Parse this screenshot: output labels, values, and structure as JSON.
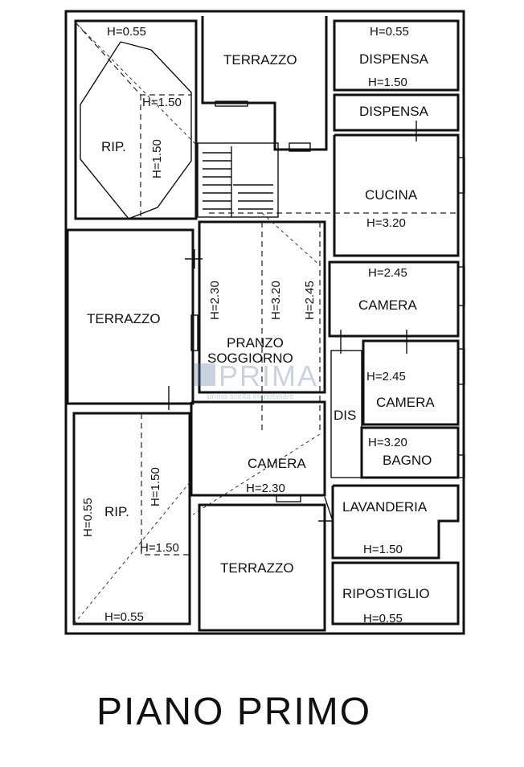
{
  "title": "PIANO PRIMO",
  "watermark": {
    "brand": "PRIMA",
    "tagline": "prima scelta immobiliare"
  },
  "rooms": {
    "terrazzo_top": "TERRAZZO",
    "dispensa_1": "DISPENSA",
    "dispensa_2": "DISPENSA",
    "rip_top": "RIP.",
    "cucina": "CUCINA",
    "terrazzo_left": "TERRAZZO",
    "pranzo": "PRANZO",
    "soggiorno": "SOGGIORNO",
    "camera_1": "CAMERA",
    "camera_2": "CAMERA",
    "dis": "DIS",
    "bagno": "BAGNO",
    "rip_bottom": "RIP.",
    "camera_3": "CAMERA",
    "lavanderia": "LAVANDERIA",
    "terrazzo_bottom": "TERRAZZO",
    "ripostiglio": "RIPOSTIGLIO"
  },
  "heights": {
    "rip_top_wall": "H=0.55",
    "rip_top_mid": "H=1.50",
    "rip_top_vertical": "H=1.50",
    "dispensa_1": "H=0.55",
    "dispensa_2": "H=1.50",
    "cucina": "H=3.20",
    "pranzo_a": "H=2.30",
    "pranzo_b": "H=3.20",
    "pranzo_c": "H=2.45",
    "camera_1": "H=2.45",
    "camera_2": "H=2.45",
    "bagno": "H=3.20",
    "rip_bottom_vertical": "H=1.50",
    "rip_bottom_wall": "H=0.55",
    "rip_bottom_mid": "H=1.50",
    "rip_bottom_floor": "H=0.55",
    "camera_3": "H=2.30",
    "lavanderia": "H=1.50",
    "ripostiglio": "H=0.55"
  }
}
